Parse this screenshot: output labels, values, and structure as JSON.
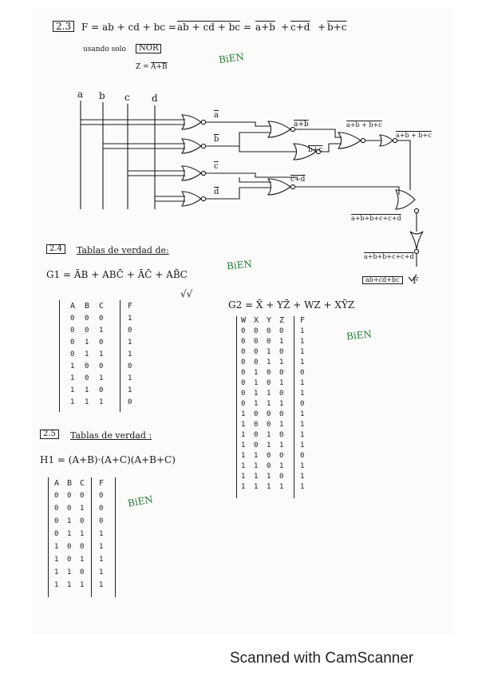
{
  "footer": "Scanned with CamScanner",
  "ex23": {
    "num": "2.3",
    "eq": "F = ab + cd + bc =",
    "t1": "ab + cd + bc",
    "eq2": "=",
    "t2a": "a+b",
    "t2b": "c+d",
    "t2c": "b+c",
    "plus": "+",
    "note": "usando solo",
    "nor": "NOR",
    "zdef": "Z =",
    "zexp": "A+B",
    "bien": "BiEN",
    "inputs": [
      "a",
      "b",
      "c",
      "d"
    ],
    "gate_labels": [
      "a",
      "b",
      "c",
      "d",
      "a+b",
      "b+c",
      "c+d",
      "a+b + b+c",
      "a+b + b+c",
      "a+b+b+c+c+d",
      "a+b+b+c+c+d",
      "ab+cd+bc",
      "F"
    ]
  },
  "ex24": {
    "num": "2.4",
    "title": "Tablas de verdad de:",
    "g1": "G1 = ĀB + ABC̄ + ĀC̄ + AB̄C",
    "bien": "BiEN",
    "check": "√√",
    "t1_headers": [
      "A",
      "B",
      "C",
      "F"
    ],
    "t1_rows": [
      [
        "0",
        "0",
        "0",
        "1"
      ],
      [
        "0",
        "0",
        "1",
        "0"
      ],
      [
        "0",
        "1",
        "0",
        "1"
      ],
      [
        "0",
        "1",
        "1",
        "1"
      ],
      [
        "1",
        "0",
        "0",
        "0"
      ],
      [
        "1",
        "0",
        "1",
        "1"
      ],
      [
        "1",
        "1",
        "0",
        "1"
      ],
      [
        "1",
        "1",
        "1",
        "0"
      ]
    ],
    "g2": "G2 = X̄ + YZ̄ + WZ + XȲZ",
    "bien2": "BiEN",
    "t2_headers": [
      "W",
      "X",
      "Y",
      "Z",
      "F"
    ],
    "t2_rows": [
      [
        "0",
        "0",
        "0",
        "0",
        "1"
      ],
      [
        "0",
        "0",
        "0",
        "1",
        "1"
      ],
      [
        "0",
        "0",
        "1",
        "0",
        "1"
      ],
      [
        "0",
        "0",
        "1",
        "1",
        "1"
      ],
      [
        "0",
        "1",
        "0",
        "0",
        "0"
      ],
      [
        "0",
        "1",
        "0",
        "1",
        "1"
      ],
      [
        "0",
        "1",
        "1",
        "0",
        "1"
      ],
      [
        "0",
        "1",
        "1",
        "1",
        "0"
      ],
      [
        "1",
        "0",
        "0",
        "0",
        "1"
      ],
      [
        "1",
        "0",
        "0",
        "1",
        "1"
      ],
      [
        "1",
        "0",
        "1",
        "0",
        "1"
      ],
      [
        "1",
        "0",
        "1",
        "1",
        "1"
      ],
      [
        "1",
        "1",
        "0",
        "0",
        "0"
      ],
      [
        "1",
        "1",
        "0",
        "1",
        "1"
      ],
      [
        "1",
        "1",
        "1",
        "0",
        "1"
      ],
      [
        "1",
        "1",
        "1",
        "1",
        "1"
      ]
    ]
  },
  "ex25": {
    "num": "2.5",
    "title": "Tablas de verdad :",
    "h1": "H1 = (A+B)·(A+C)(A+B+C)",
    "bien": "BiEN",
    "t_headers": [
      "A",
      "B",
      "C",
      "F"
    ],
    "t_rows": [
      [
        "0",
        "0",
        "0",
        "0"
      ],
      [
        "0",
        "0",
        "1",
        "0"
      ],
      [
        "0",
        "1",
        "0",
        "0"
      ],
      [
        "0",
        "1",
        "1",
        "1"
      ],
      [
        "1",
        "0",
        "0",
        "1"
      ],
      [
        "1",
        "0",
        "1",
        "1"
      ],
      [
        "1",
        "1",
        "0",
        "1"
      ],
      [
        "1",
        "1",
        "1",
        "1"
      ]
    ]
  }
}
